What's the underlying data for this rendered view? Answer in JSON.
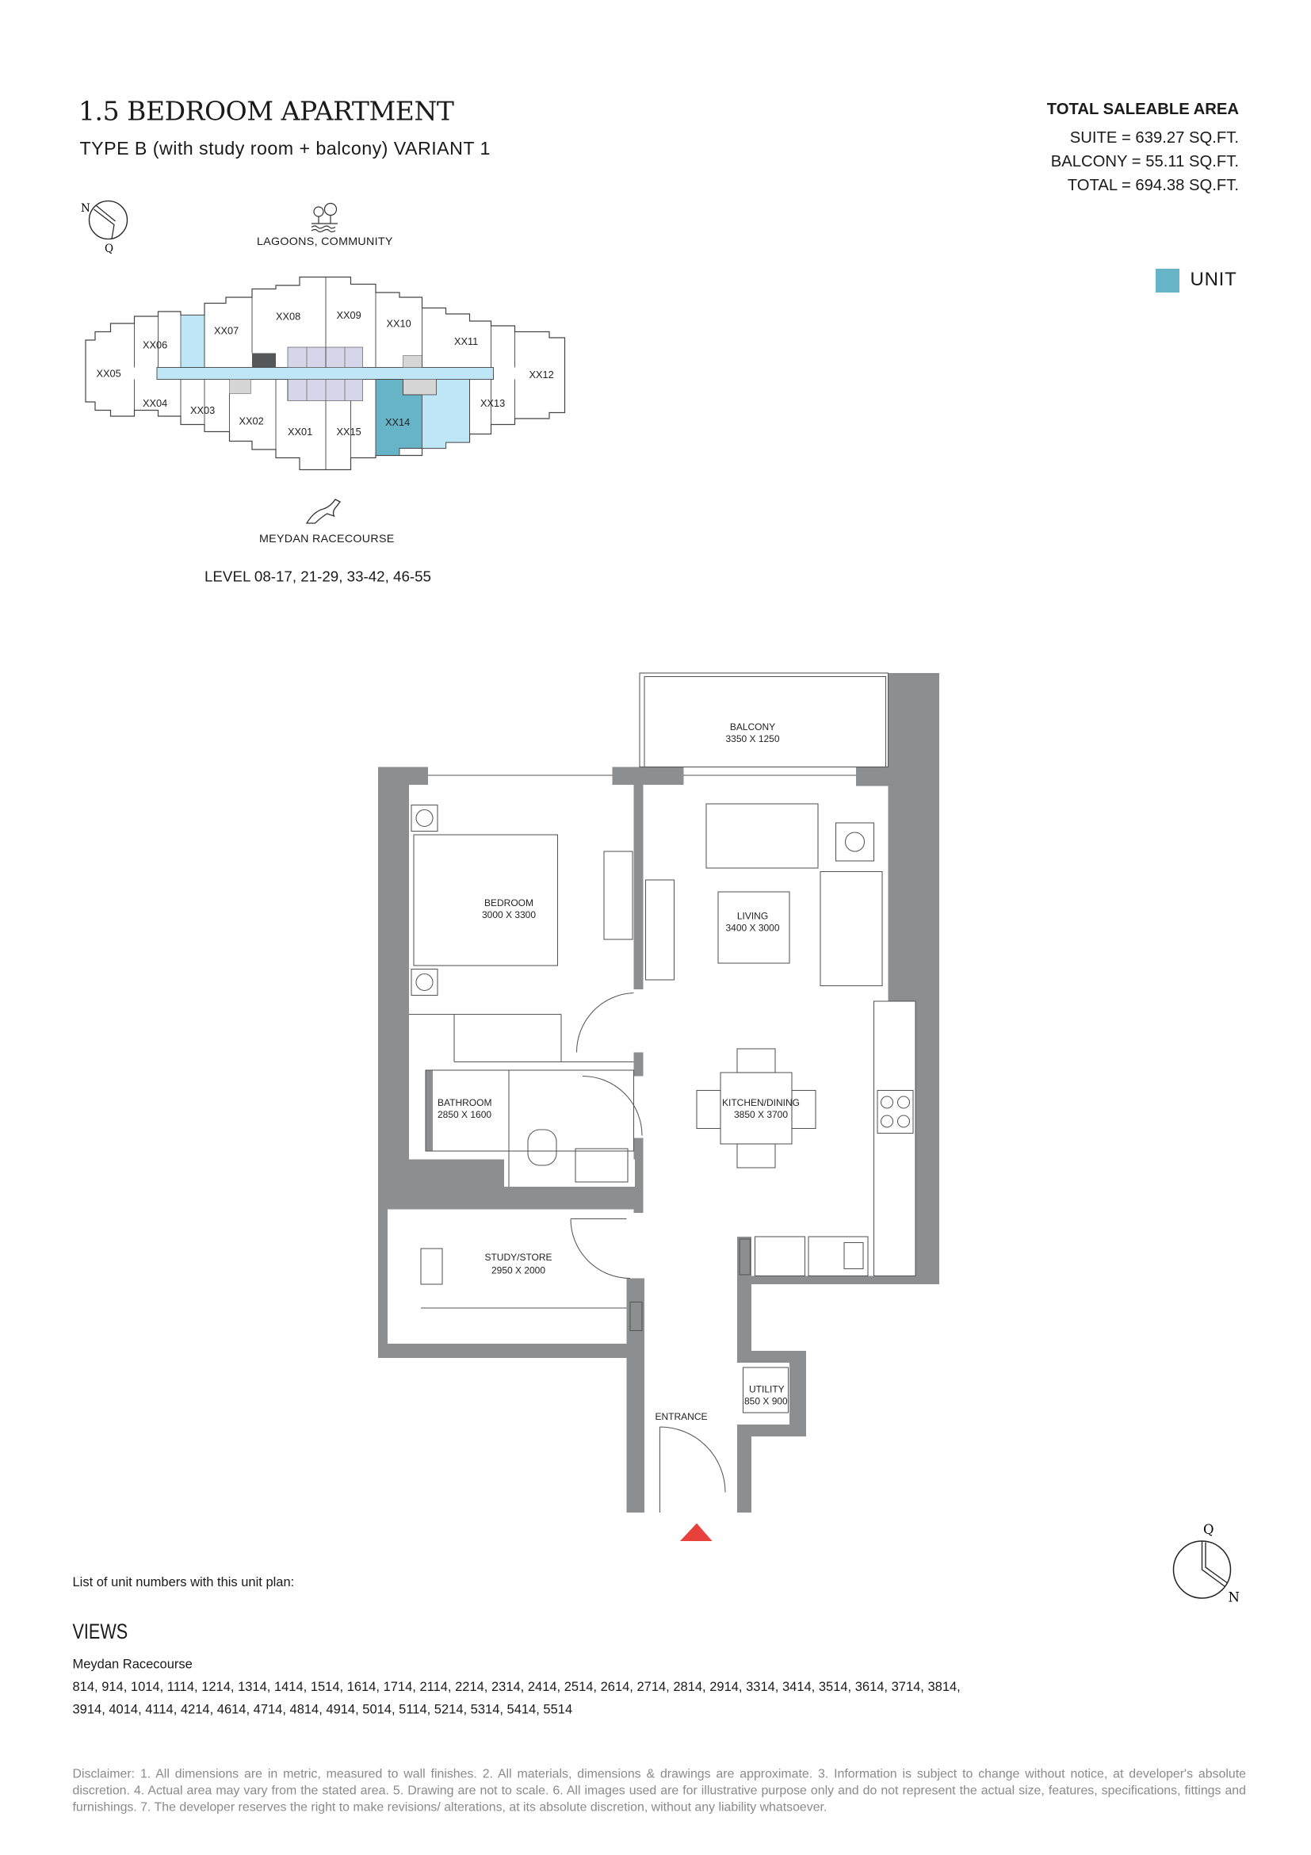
{
  "header": {
    "title": "1.5 BEDROOM APARTMENT",
    "subtitle": "TYPE B (with study room + balcony) VARIANT 1"
  },
  "area": {
    "heading": "TOTAL SALEABLE AREA",
    "suite": "SUITE = 639.27 SQ.FT.",
    "balcony": "BALCONY = 55.11 SQ.FT.",
    "total": "TOTAL = 694.38 SQ.FT."
  },
  "legend": {
    "label": "UNIT",
    "color": "#67b3c8"
  },
  "key_plan": {
    "compass": {
      "n": "N",
      "q": "Q"
    },
    "top_view": "LAGOONS, COMMUNITY",
    "bottom_view": "MEYDAN RACECOURSE",
    "levels": "LEVEL 08-17, 21-29, 33-42, 46-55",
    "units": [
      "XX01",
      "XX02",
      "XX03",
      "XX04",
      "XX05",
      "XX06",
      "XX07",
      "XX08",
      "XX09",
      "XX10",
      "XX11",
      "XX12",
      "XX13",
      "XX14",
      "XX15"
    ],
    "highlighted_unit": "XX14",
    "colors": {
      "unit": "#67b3c8",
      "corridor": "#bfe6f7",
      "core": "#d5d6ea",
      "dark": "#55585b",
      "gray": "#d6d6d6"
    }
  },
  "floor_plan": {
    "rooms": [
      {
        "name": "BALCONY",
        "dims": "3350 X 1250"
      },
      {
        "name": "BEDROOM",
        "dims": "3000 X 3300"
      },
      {
        "name": "LIVING",
        "dims": "3400 X 3000"
      },
      {
        "name": "KITCHEN/DINING",
        "dims": "3850 X 3700"
      },
      {
        "name": "BATHROOM",
        "dims": "2850 X 1600"
      },
      {
        "name": "STUDY/STORE",
        "dims": "2950 X 2000"
      },
      {
        "name": "UTILITY",
        "dims": "850 X 900"
      },
      {
        "name": "ENTRANCE",
        "dims": ""
      }
    ],
    "wall_color": "#8c8e8f",
    "entrance_marker_color": "#e8413c",
    "compass": {
      "q": "Q",
      "n": "N"
    }
  },
  "footer": {
    "list_label": "List of unit numbers with this unit plan:",
    "views_heading": "VIEWS",
    "view_name": "Meydan Racecourse",
    "units_line1": "814, 914, 1014, 1114, 1214, 1314, 1414, 1514, 1614, 1714, 2114, 2214, 2314, 2414, 2514, 2614, 2714, 2814, 2914, 3314, 3414, 3514, 3614, 3714, 3814,",
    "units_line2": "3914, 4014, 4114, 4214, 4614, 4714, 4814, 4914, 5014, 5114, 5214, 5314, 5414, 5514",
    "disclaimer": "Disclaimer: 1. All dimensions are in metric, measured to wall finishes. 2. All materials, dimensions & drawings are approximate. 3. Information is subject to change without notice, at developer's absolute discretion. 4. Actual area may vary from the stated area. 5. Drawing are not to scale. 6. All images used are for illustrative purpose only and do not represent the actual size, features, specifications, fittings and furnishings. 7. The developer reserves the right to make revisions/ alterations, at its absolute discretion, without any liability whatsoever."
  }
}
